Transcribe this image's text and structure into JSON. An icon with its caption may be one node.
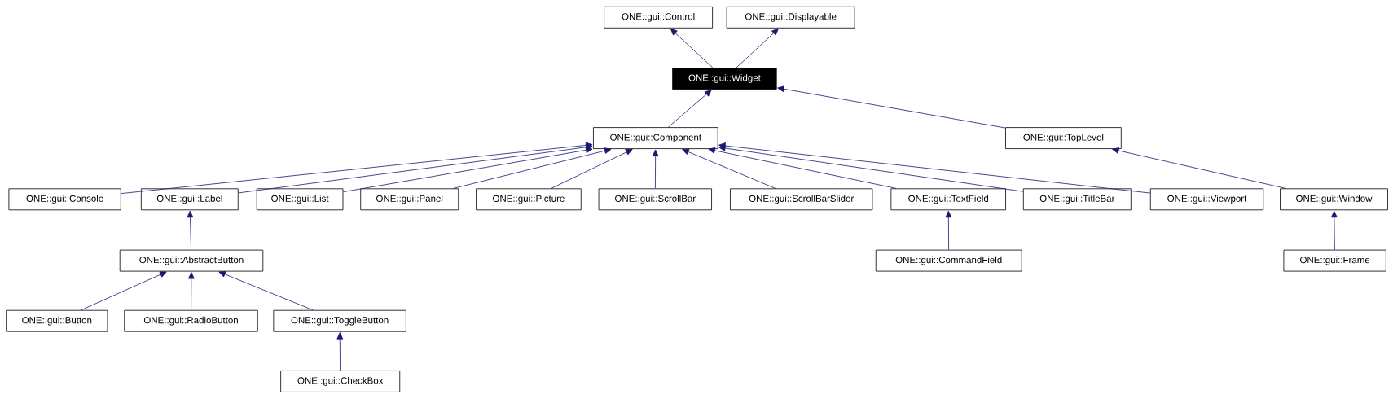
{
  "diagram": {
    "nodes": [
      {
        "text": [
          "ONE::gui::Control"
        ]
      },
      {
        "text": [
          "ONE::gui::Displayable"
        ]
      },
      {
        "text": [
          "ONE::gui::Widget"
        ]
      },
      {
        "text": [
          "ONE::gui::Component"
        ]
      },
      {
        "text": [
          "ONE::gui::TopLevel"
        ]
      },
      {
        "text": [
          "ONE::gui::Console"
        ]
      },
      {
        "text": [
          "ONE::gui::Label"
        ]
      },
      {
        "text": [
          "ONE::gui::List"
        ]
      },
      {
        "text": [
          "ONE::gui::Panel"
        ]
      },
      {
        "text": [
          "ONE::gui::Picture"
        ]
      },
      {
        "text": [
          "ONE::gui::ScrollBar"
        ]
      },
      {
        "text": [
          "ONE::gui::ScrollBarSlider"
        ]
      },
      {
        "text": [
          "ONE::gui::TextField"
        ]
      },
      {
        "text": [
          "ONE::gui::TitleBar"
        ]
      },
      {
        "text": [
          "ONE::gui::Viewport"
        ]
      },
      {
        "text": [
          "ONE::gui::Window"
        ]
      },
      {
        "text": [
          "ONE::gui::AbstractButton"
        ]
      },
      {
        "text": [
          "ONE::gui::CommandField"
        ]
      },
      {
        "text": [
          "ONE::gui::Frame"
        ]
      },
      {
        "text": [
          "ONE::gui::Button"
        ]
      },
      {
        "text": [
          "ONE::gui::RadioButton"
        ]
      },
      {
        "text": [
          "ONE::gui::ToggleButton"
        ]
      },
      {
        "text": [
          "ONE::gui::CheckBox"
        ]
      }
    ],
    "edges": [
      {
        "from": 2,
        "to": 0,
        "arrow": "to"
      },
      {
        "from": 2,
        "to": 1,
        "arrow": "to"
      },
      {
        "from": 3,
        "to": 2,
        "arrow": "to"
      },
      {
        "from": 4,
        "to": 2,
        "arrow": "to"
      },
      {
        "from": 5,
        "to": 3,
        "arrow": "to"
      },
      {
        "from": 6,
        "to": 3,
        "arrow": "to"
      },
      {
        "from": 7,
        "to": 3,
        "arrow": "to"
      },
      {
        "from": 8,
        "to": 3,
        "arrow": "to"
      },
      {
        "from": 9,
        "to": 3,
        "arrow": "to"
      },
      {
        "from": 10,
        "to": 3,
        "arrow": "to"
      },
      {
        "from": 11,
        "to": 3,
        "arrow": "to"
      },
      {
        "from": 12,
        "to": 3,
        "arrow": "to"
      },
      {
        "from": 13,
        "to": 3,
        "arrow": "to"
      },
      {
        "from": 14,
        "to": 3,
        "arrow": "to"
      },
      {
        "from": 15,
        "to": 4,
        "arrow": "to"
      },
      {
        "from": 16,
        "to": 6,
        "arrow": "to"
      },
      {
        "from": 17,
        "to": 12,
        "arrow": "to"
      },
      {
        "from": 18,
        "to": 15,
        "arrow": "to"
      },
      {
        "from": 19,
        "to": 16,
        "arrow": "to"
      },
      {
        "from": 20,
        "to": 16,
        "arrow": "to"
      },
      {
        "from": 21,
        "to": 16,
        "arrow": "to"
      },
      {
        "from": 22,
        "to": 21,
        "arrow": "to"
      }
    ]
  }
}
